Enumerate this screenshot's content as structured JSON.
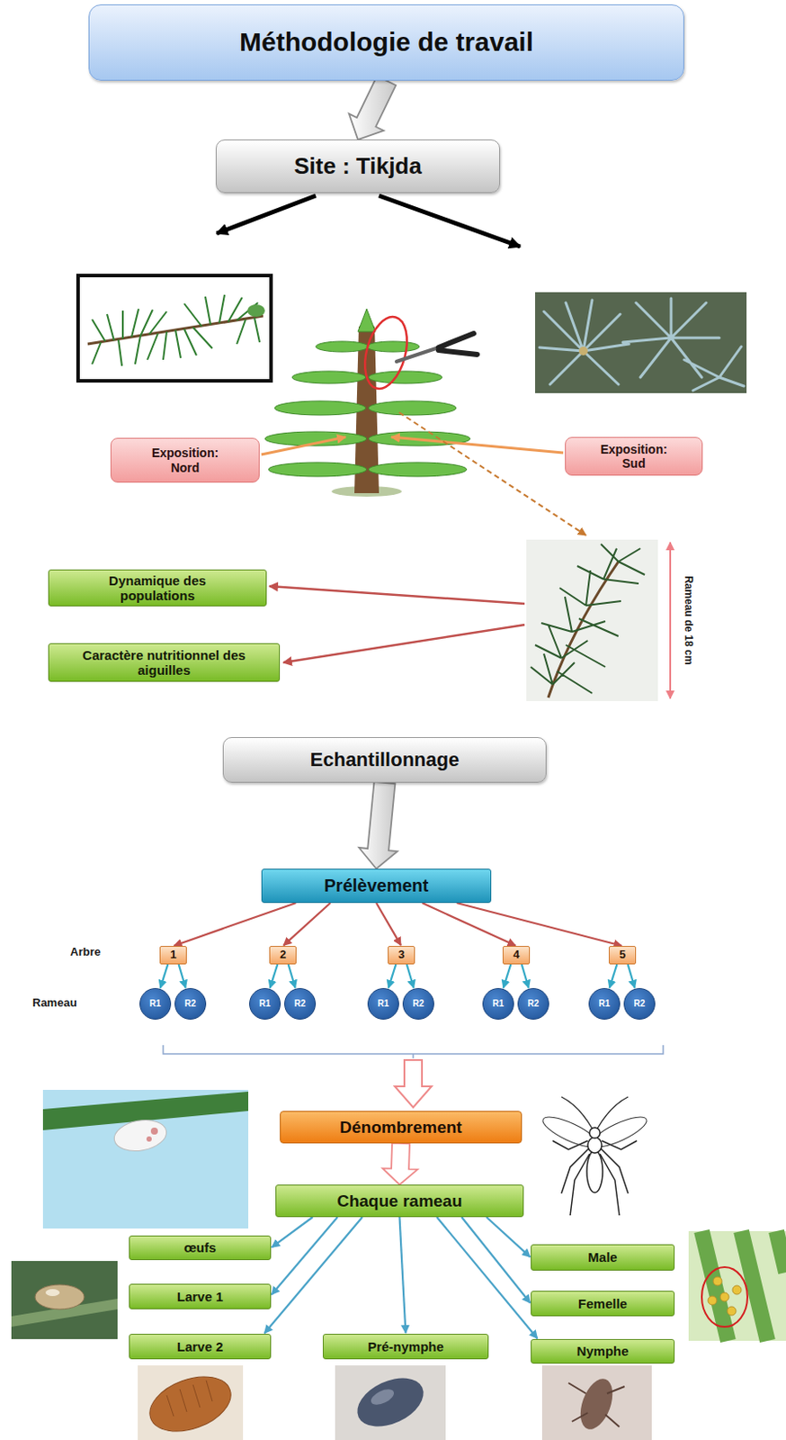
{
  "diagram": {
    "nodes": [
      {
        "text": [
          "Méthodologie de travail"
        ]
      },
      {
        "text": [
          "Site : Tikjda"
        ]
      },
      {
        "text": [
          "Exposition: Nord"
        ]
      },
      {
        "text": [
          "Exposition: Sud"
        ]
      },
      {
        "text": [
          "Dynamique des populations"
        ]
      },
      {
        "text": [
          "Caractère nutritionnel des aiguilles"
        ]
      },
      {
        "text": [
          "Echantillonnage"
        ]
      },
      {
        "text": [
          "Prélèvement"
        ]
      },
      {
        "text": [
          "1"
        ]
      },
      {
        "text": [
          "2"
        ]
      },
      {
        "text": [
          "3"
        ]
      },
      {
        "text": [
          "4"
        ]
      },
      {
        "text": [
          "5"
        ]
      },
      {
        "text": [
          "R1"
        ]
      },
      {
        "text": [
          "R2"
        ]
      },
      {
        "text": [
          "R1"
        ]
      },
      {
        "text": [
          "R2"
        ]
      },
      {
        "text": [
          "R1"
        ]
      },
      {
        "text": [
          "R2"
        ]
      },
      {
        "text": [
          "R1"
        ]
      },
      {
        "text": [
          "R2"
        ]
      },
      {
        "text": [
          "R1"
        ]
      },
      {
        "text": [
          "R2"
        ]
      },
      {
        "text": [
          "Dénombrement"
        ]
      },
      {
        "text": [
          "Chaque rameau"
        ]
      },
      {
        "text": [
          "œufs"
        ]
      },
      {
        "text": [
          "Larve 1"
        ]
      },
      {
        "text": [
          "Larve 2"
        ]
      },
      {
        "text": [
          "Pré-nymphe"
        ]
      },
      {
        "text": [
          "Male"
        ]
      },
      {
        "text": [
          "Femelle"
        ]
      },
      {
        "text": [
          "Nymphe"
        ]
      }
    ],
    "edges": [
      {
        "from": 0,
        "to": 1,
        "arrow": "to"
      },
      {
        "from": 6,
        "to": 7,
        "arrow": "to"
      },
      {
        "from": 7,
        "to": 8,
        "arrow": "to"
      },
      {
        "from": 7,
        "to": 9,
        "arrow": "to"
      },
      {
        "from": 7,
        "to": 10,
        "arrow": "to"
      },
      {
        "from": 7,
        "to": 11,
        "arrow": "to"
      },
      {
        "from": 7,
        "to": 12,
        "arrow": "to"
      },
      {
        "from": 8,
        "to": 13,
        "arrow": "to"
      },
      {
        "from": 8,
        "to": 14,
        "arrow": "to"
      },
      {
        "from": 9,
        "to": 15,
        "arrow": "to"
      },
      {
        "from": 9,
        "to": 16,
        "arrow": "to"
      },
      {
        "from": 10,
        "to": 17,
        "arrow": "to"
      },
      {
        "from": 10,
        "to": 18,
        "arrow": "to"
      },
      {
        "from": 11,
        "to": 19,
        "arrow": "to"
      },
      {
        "from": 11,
        "to": 20,
        "arrow": "to"
      },
      {
        "from": 12,
        "to": 21,
        "arrow": "to"
      },
      {
        "from": 12,
        "to": 22,
        "arrow": "to"
      },
      {
        "from": 23,
        "to": 24,
        "arrow": "to"
      },
      {
        "from": 24,
        "to": 25,
        "arrow": "to"
      },
      {
        "from": 24,
        "to": 26,
        "arrow": "to"
      },
      {
        "from": 24,
        "to": 27,
        "arrow": "to"
      },
      {
        "from": 24,
        "to": 28,
        "arrow": "to"
      },
      {
        "from": 24,
        "to": 29,
        "arrow": "to"
      },
      {
        "from": 24,
        "to": 30,
        "arrow": "to"
      },
      {
        "from": 24,
        "to": 31,
        "arrow": "to"
      }
    ],
    "labels": [
      "Arbre",
      "Rameau",
      "Rameau de 18 cm"
    ]
  }
}
